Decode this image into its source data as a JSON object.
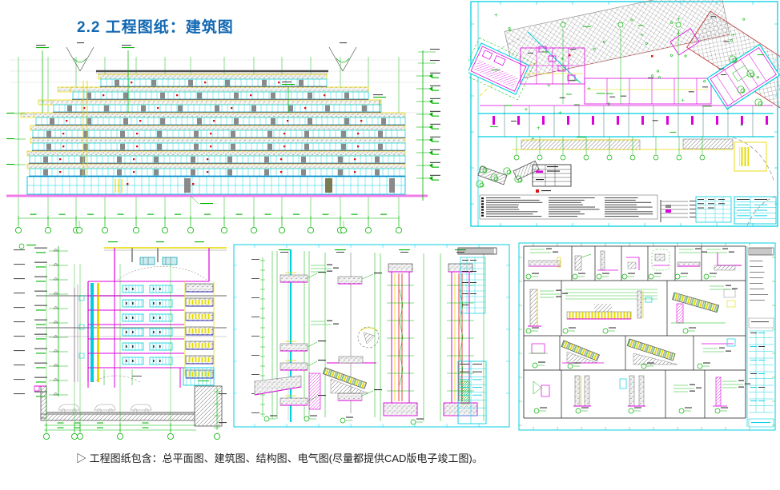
{
  "header": {
    "title": "2.2  工程图纸：建筑图"
  },
  "footer": {
    "caption": "▷ 工程图纸包含：总平面图、建筑图、结构图、电气图(尽量都提供CAD版电子竣工图)。"
  },
  "colors": {
    "title_blue": "#1268b2",
    "cad_cyan": "#00cfe0",
    "cad_magenta": "#dd00dd",
    "cad_green": "#00b300",
    "cad_yellow": "#e6d900",
    "cad_red": "#e01010",
    "cad_navy": "#2b2bb0",
    "ground_pink": "#f07ae8",
    "hatch_gray": "#8f8f8f",
    "ink": "#1f1f1f"
  },
  "panels": [
    {
      "id": "architectural-elevation",
      "kind": "cad-drawing"
    },
    {
      "id": "site-plan",
      "kind": "cad-drawing"
    },
    {
      "id": "building-section",
      "kind": "cad-drawing"
    },
    {
      "id": "wall-section-details",
      "kind": "cad-drawing"
    },
    {
      "id": "construction-detail-sheet",
      "kind": "cad-drawing"
    }
  ]
}
